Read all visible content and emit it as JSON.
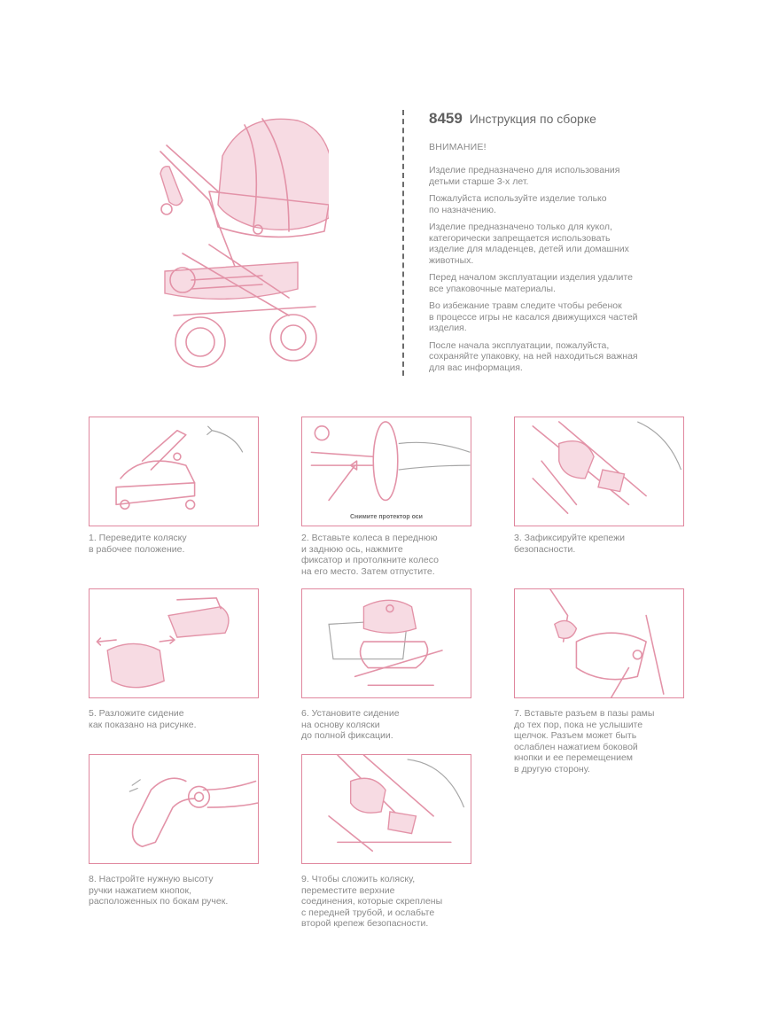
{
  "header": {
    "model_number": "8459",
    "title": "Инструкция по сборке"
  },
  "warning": "ВНИМАНИЕ!",
  "paragraphs": [
    {
      "lines": [
        "Изделие предназначено для использования",
        "детьми старше 3-х лет."
      ]
    },
    {
      "lines": [
        "Пожалуйста используйте изделие только",
        "по назначению."
      ]
    },
    {
      "lines": [
        "Изделие предназначено только для кукол,",
        "категорически запрещается использовать",
        "изделие для младенцев, детей или домашних",
        "животных."
      ]
    },
    {
      "lines": [
        "Перед началом эксплуатации изделия удалите",
        "все упаковочные материалы."
      ]
    },
    {
      "lines": [
        "Во избежание травм следите чтобы ребенок",
        "в процессе игры не касался движущихся частей",
        "изделия."
      ]
    },
    {
      "lines": [
        "После начала эксплуатации, пожалуйста,",
        "сохраняйте упаковку, на ней находиться важная",
        "для вас информация."
      ]
    }
  ],
  "steps": [
    {
      "lines": [
        "1. Переведите коляску",
        "в рабочее положение."
      ]
    },
    {
      "lines": [
        "2. Вставьте колеса в переднюю",
        "и заднюю ось, нажмите",
        "фиксатор и протолкните колесо",
        "на его место. Затем отпустите."
      ],
      "image_caption": "Снимите протектор оси"
    },
    {
      "lines": [
        "3. Зафиксируйте крепежи",
        "безопасности."
      ]
    },
    {
      "lines": [
        "5. Разложите сидение",
        "как показано на рисунке."
      ]
    },
    {
      "lines": [
        "6. Установите сидение",
        "на основу коляски",
        "до полной фиксации."
      ]
    },
    {
      "lines": [
        "7. Вставьте разъем в пазы рамы",
        "до тех пор, пока не услышите",
        "щелчок. Разъем может быть",
        "ослаблен нажатием боковой",
        "кнопки и ее перемещением",
        "в другую сторону."
      ]
    },
    {
      "lines": [
        "8. Настройте нужную высоту",
        "ручки нажатием кнопок,",
        "расположенных по бокам ручек."
      ]
    },
    {
      "lines": [
        "9. Чтобы сложить коляску,",
        "переместите верхние",
        "соединения, которые скреплены",
        "с передней трубой, и ослабьте",
        "второй крепеж безопасности."
      ]
    }
  ],
  "colors": {
    "accent": "#e393a8",
    "frame": "#e0879e",
    "text": "#8a8a8a"
  }
}
